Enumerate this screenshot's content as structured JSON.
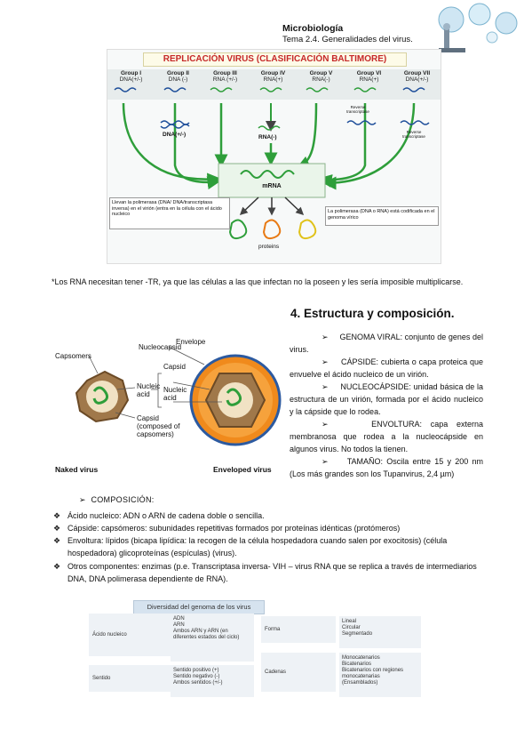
{
  "header": {
    "title": "Microbiología",
    "subtitle": "Tema 2.4. Generalidades del virus."
  },
  "baltimore": {
    "title": "REPLICACIÓN VIRUS (CLASIFICACIÓN  BALTIMORE)",
    "groups": [
      {
        "name": "Group I",
        "type": "DNA(+/-)"
      },
      {
        "name": "Group II",
        "type": "DNA (-)"
      },
      {
        "name": "Group III",
        "type": "RNA (+/-)"
      },
      {
        "name": "Group IV",
        "type": "RNA(+)"
      },
      {
        "name": "Group V",
        "type": "RNA(-)"
      },
      {
        "name": "Group VI",
        "type": "RNA(+)"
      },
      {
        "name": "Group VII",
        "type": "DNA(+/-)"
      }
    ],
    "intermediates": {
      "dna": "DNA(+/-)",
      "rna": "RNA(-)",
      "rt1": "Reverse transcriptase",
      "rt2": "Reverse transcriptase"
    },
    "mrna": "mRNA",
    "legend_left": "Llevan la polimerasa (DNA/ DNA/transcriptasa inversa) en el virión (entra en la célula con el ácido nucleico",
    "legend_right": "La polimerasa (DNA o RNA) está codificada en el genoma vírico",
    "proteins": "proteins"
  },
  "note": "*Los RNA necesitan tener -TR, ya que las células a las que infectan no la poseen y les sería imposible multiplicarse.",
  "section": {
    "title": "4. Estructura y composición.",
    "defs": [
      {
        "term": "GENOMA VIRAL",
        "text": ": conjunto de genes del virus."
      },
      {
        "term": "CÁPSIDE",
        "text": ": cubierta o capa proteica que envuelve el ácido nucleico de un virión."
      },
      {
        "term": "NUCLEOCÁPSIDE",
        "text": ": unidad básica de la estructura de un virión, formada por el ácido nucleico y la cápside que lo rodea."
      },
      {
        "term": "ENVOLTURA",
        "text": ": capa externa membranosa que rodea a la nucleocápside en algunos virus. No todos la tienen."
      },
      {
        "term": "TAMAÑO",
        "text": ": Oscila entre 15 y 200 nm (Los más grandes son los Tupanvirus, 2,4 µm)"
      }
    ]
  },
  "virus_fig": {
    "capsomers": "Capsomers",
    "nucleic_acid": "Nucleic acid",
    "capsid_composed": "Capsid (composed of capsomers)",
    "nucleocapsid": "Nucleocapsid",
    "envelope": "Envelope",
    "capsid": "Capsid",
    "nucleic_acid2": "Nucleic acid",
    "naked": "Naked virus",
    "enveloped": "Enveloped virus"
  },
  "composition": {
    "heading": "COMPOSICIÓN:",
    "items": [
      "Ácido nucleico: ADN o ARN de cadena doble o sencilla.",
      "Cápside: capsómeros: subunidades repetitivas formados por proteínas idénticas (protómeros)",
      "Envoltura: lípidos (bicapa lipídica: la recogen de la célula hospedadora cuando salen por exocitosis) (célula hospedadora) glicoproteínas (espículas) (virus).",
      "Otros componentes: enzimas (p.e. Transcriptasa inversa- VIH – virus RNA que se replica a través de intermediarios DNA, DNA polimerasa dependiente de RNA)."
    ]
  },
  "genome_table": {
    "title": "Diversidad del genoma de los virus",
    "rows": [
      {
        "label": "Ácido nucleico",
        "values": [
          "ADN",
          "ARN",
          "Ambos ARN y ARN (en diferentes estados del ciclo)"
        ]
      },
      {
        "label": "Forma",
        "values": [
          "Lineal",
          "Circular",
          "Segmentado"
        ]
      },
      {
        "label": "Sentido",
        "values": [
          "Sentido positivo (+)",
          "Sentido negativo (-)",
          "Ambos sentidos (+/-)"
        ]
      },
      {
        "label": "Cadenas",
        "values": [
          "Monocatenarios",
          "Bicatenarios",
          "Bicatenarios con regiones monocatenarias",
          "(Ensamblados)"
        ]
      }
    ]
  },
  "colors": {
    "title_red": "#c62828",
    "arrow_green": "#2e9e3a",
    "virus_orange": "#f08a1c"
  }
}
